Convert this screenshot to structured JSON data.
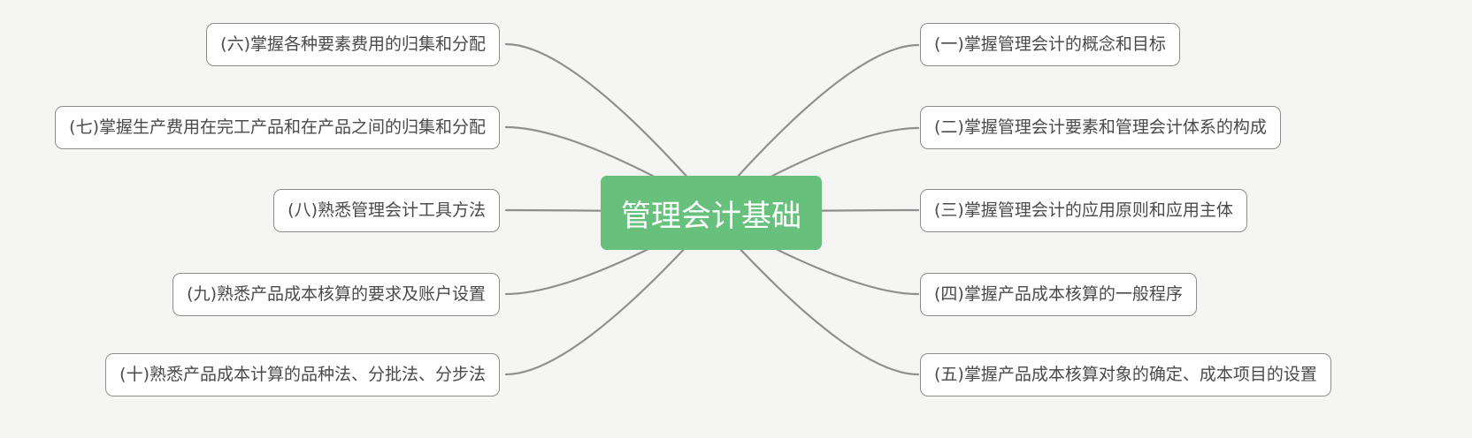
{
  "title": "管理会计基础",
  "colors": {
    "background": "#f5f5f4",
    "accent": "#67c17c",
    "node_border": "#8c8c8c",
    "node_text": "#4a4a4a",
    "line": "#8f8f8f",
    "central_text": "#ffffff"
  },
  "nodes": {
    "left": [
      {
        "label": "(六)掌握各种要素费用的归集和分配"
      },
      {
        "label": "(七)掌握生产费用在完工产品和在产品之间的归集和分配"
      },
      {
        "label": "(八)熟悉管理会计工具方法"
      },
      {
        "label": "(九)熟悉产品成本核算的要求及账户设置"
      },
      {
        "label": "(十)熟悉产品成本计算的品种法、分批法、分步法"
      }
    ],
    "right": [
      {
        "label": "(一)掌握管理会计的概念和目标"
      },
      {
        "label": "(二)掌握管理会计要素和管理会计体系的构成"
      },
      {
        "label": "(三)掌握管理会计的应用原则和应用主体"
      },
      {
        "label": "(四)掌握产品成本核算的一般程序"
      },
      {
        "label": "(五)掌握产品成本核算对象的确定、成本项目的设置"
      }
    ]
  }
}
